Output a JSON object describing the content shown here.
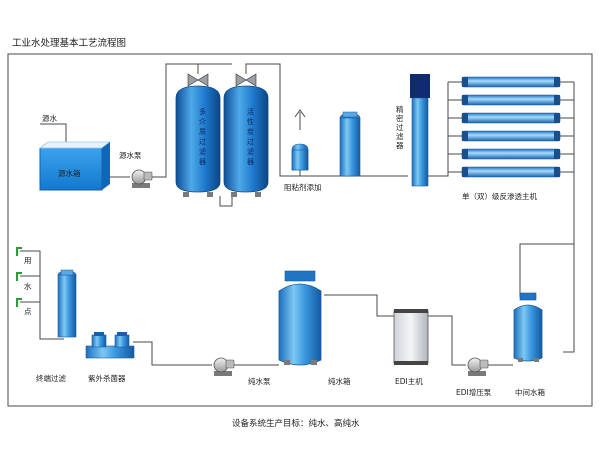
{
  "title": "工业水处理基本工艺流程图",
  "footer": "设备系统生产目标：纯水、高纯水",
  "labels": {
    "source_water": "源水",
    "source_tank": "源水箱",
    "source_pump": "源水泵",
    "multimedia_filter_chars": [
      "多",
      "介",
      "质",
      "过",
      "滤",
      "器"
    ],
    "carbon_filter_chars": [
      "活",
      "性",
      "炭",
      "过",
      "滤",
      "器"
    ],
    "antiscalant": "阻粘剂添加",
    "precision_filter_chars": [
      "精",
      "密",
      "过",
      "滤",
      "器"
    ],
    "ro_host": "单（双）级反渗透主机",
    "use_water_chars": [
      "用",
      "水",
      "点"
    ],
    "terminal_filter": "终端过滤",
    "uv_sterilizer": "紫外杀菌器",
    "pure_pump": "纯水泵",
    "pure_tank": "纯水箱",
    "edi_host": "EDI主机",
    "edi_boost_pump": "EDI增压泵",
    "middle_tank": "中间水箱"
  },
  "colors": {
    "pipe": "#4a4a4a",
    "vessel_light": "#7fc4ee",
    "vessel_mid": "#2f8ad6",
    "vessel_dark": "#155fa8",
    "tank_water": "#1e90e0",
    "valve_green": "#2e9c3a",
    "precision_top": "#0f2a6e"
  }
}
